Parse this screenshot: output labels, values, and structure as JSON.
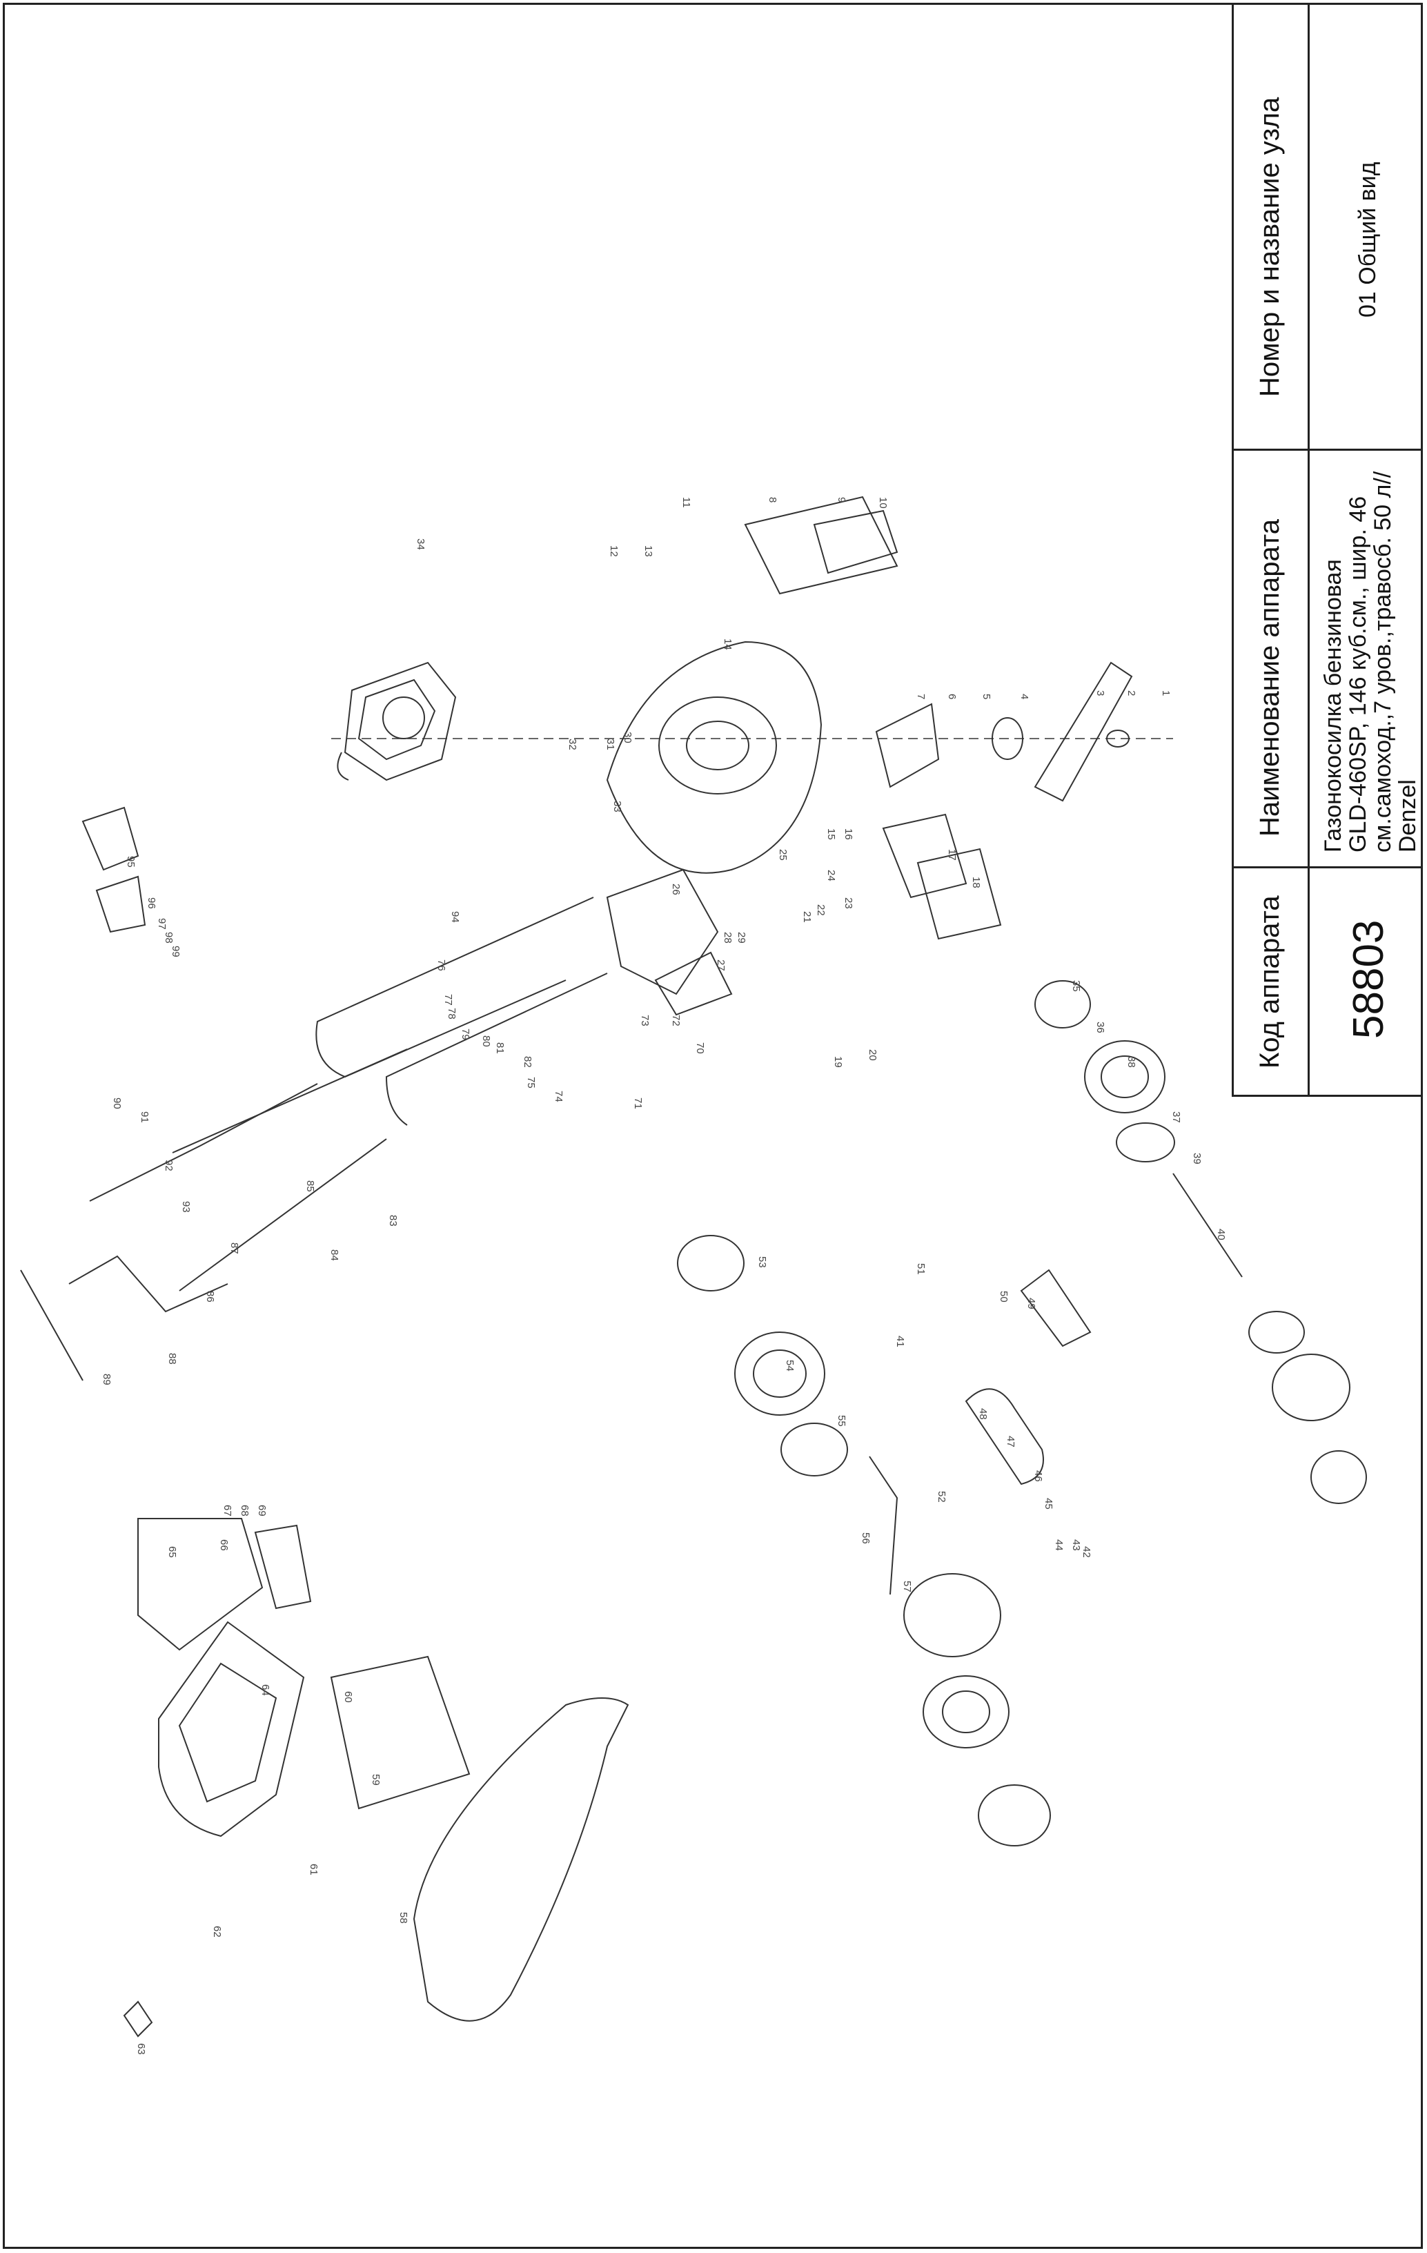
{
  "title_block": {
    "code_header": "Код аппарата",
    "code_value": "58803",
    "name_header": "Наименование аппарата",
    "name_lines": [
      "Газонокосилка бензиновая",
      "GLD-460SP, 146 куб.см., шир. 46",
      "см.самоход.,7 уров.,травосб. 50 л//",
      "Denzel"
    ],
    "node_header": "Номер и название узла",
    "node_value": "01 Общий вид"
  },
  "drawing": {
    "part_numbers": [
      "1",
      "2",
      "3",
      "4",
      "5",
      "6",
      "7",
      "8",
      "9",
      "10",
      "11",
      "12",
      "13",
      "14",
      "15",
      "16",
      "17",
      "18",
      "19",
      "20",
      "21",
      "22",
      "23",
      "24",
      "25",
      "26",
      "27",
      "28",
      "29",
      "30",
      "31",
      "32",
      "33",
      "34",
      "35",
      "36",
      "37",
      "38",
      "39",
      "40",
      "41",
      "42",
      "43",
      "44",
      "45",
      "46",
      "47",
      "48",
      "49",
      "50",
      "51",
      "52",
      "53",
      "54",
      "55",
      "56",
      "57",
      "58",
      "59",
      "60",
      "61",
      "62",
      "63",
      "64",
      "65",
      "66",
      "67",
      "68",
      "69",
      "70",
      "71",
      "72",
      "73",
      "74",
      "75",
      "76",
      "77",
      "78",
      "79",
      "80",
      "81",
      "82",
      "83",
      "84",
      "85",
      "86",
      "87",
      "88",
      "89",
      "90",
      "91",
      "92",
      "93",
      "94",
      "95",
      "96",
      "97",
      "98",
      "99"
    ]
  }
}
